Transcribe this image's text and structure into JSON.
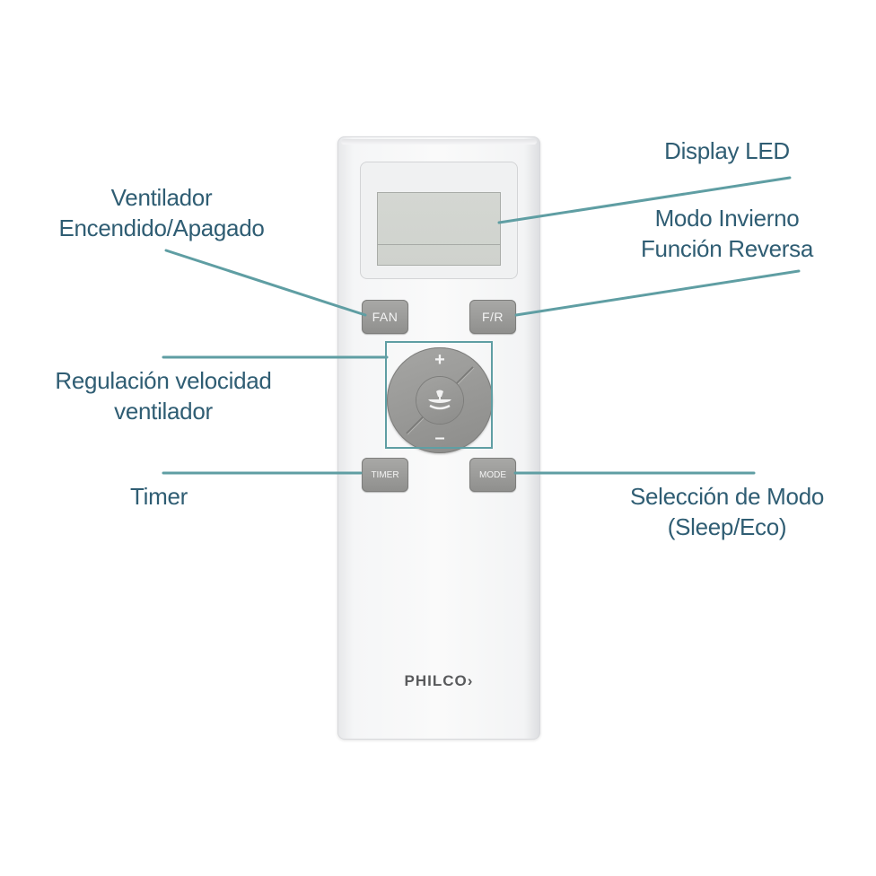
{
  "labels": {
    "display": "Display LED",
    "fan_line1": "Ventilador",
    "fan_line2": "Encendido/Apagado",
    "fr_line1": "Modo Invierno",
    "fr_line2": "Función Reversa",
    "speed_line1": "Regulación velocidad",
    "speed_line2": "ventilador",
    "timer": "Timer",
    "mode_line1": "Selección de Modo",
    "mode_line2": "(Sleep/Eco)"
  },
  "remote": {
    "buttons": {
      "fan": "FAN",
      "fr": "F/R",
      "timer": "TIMER",
      "mode": "MODE"
    },
    "dial": {
      "plus": "+",
      "minus": "–"
    },
    "brand": "PHILCO",
    "brand_mark": "›"
  },
  "colors": {
    "label_text": "#2f5d73",
    "leader_line": "#5f9ea3",
    "button_fill": "#9a9a98",
    "remote_body": "#f5f6f7"
  },
  "icons": {
    "dial_center": "ceiling-fan-icon"
  }
}
